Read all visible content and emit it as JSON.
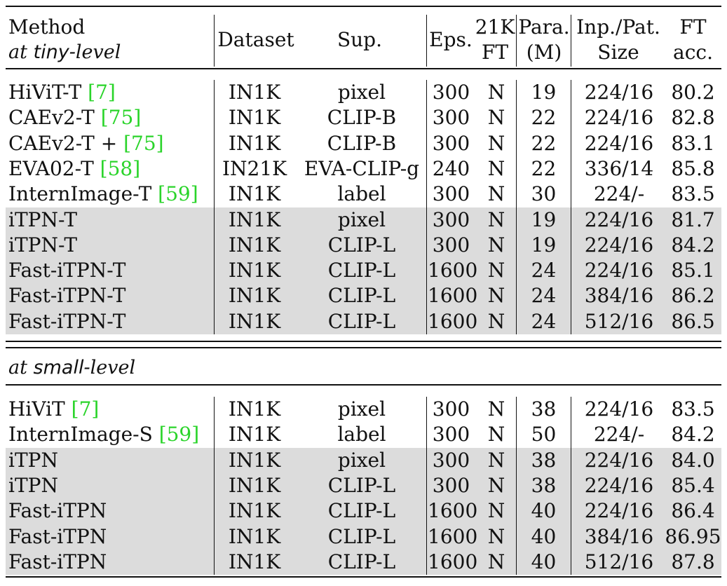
{
  "header": {
    "method": "Method",
    "level_prefix": "at",
    "level_word": "tiny",
    "level_suffix": "-level",
    "dataset": "Dataset",
    "sup": "Sup.",
    "eps": "Eps.",
    "ft21_line1": "21K",
    "ft21_line2": "FT",
    "para_line1": "Para.",
    "para_line2": "(M)",
    "inp_line1": "Inp./Pat.",
    "inp_line2": "Size",
    "acc_line1": "FT",
    "acc_line2": "acc."
  },
  "tiny_rows": [
    {
      "method": "HiViT-T ",
      "cite": "[7]",
      "dataset": "IN1K",
      "sup": "pixel",
      "eps": "300",
      "ft21": "N",
      "para": "19",
      "inp": "224/16",
      "acc": "80.2"
    },
    {
      "method": "CAEv2-T ",
      "cite": "[75]",
      "dataset": "IN1K",
      "sup": "CLIP-B",
      "eps": "300",
      "ft21": "N",
      "para": "22",
      "inp": "224/16",
      "acc": "82.8"
    },
    {
      "method": "CAEv2-T + ",
      "cite": "[75]",
      "dataset": "IN1K",
      "sup": "CLIP-B",
      "eps": "300",
      "ft21": "N",
      "para": "22",
      "inp": "224/16",
      "acc": "83.1"
    },
    {
      "method": "EVA02-T ",
      "cite": "[58]",
      "dataset": "IN21K",
      "sup": "EVA-CLIP-g",
      "eps": "240",
      "ft21": "N",
      "para": "22",
      "inp": "336/14",
      "acc": "85.8"
    },
    {
      "method": "InternImage-T ",
      "cite": "[59]",
      "dataset": "IN1K",
      "sup": "label",
      "eps": "300",
      "ft21": "N",
      "para": "30",
      "inp": "224/-",
      "acc": "83.5"
    },
    {
      "method": "iTPN-T",
      "cite": "",
      "dataset": "IN1K",
      "sup": "pixel",
      "eps": "300",
      "ft21": "N",
      "para": "19",
      "inp": "224/16",
      "acc": "81.7"
    },
    {
      "method": "iTPN-T",
      "cite": "",
      "dataset": "IN1K",
      "sup": "CLIP-L",
      "eps": "300",
      "ft21": "N",
      "para": "19",
      "inp": "224/16",
      "acc": "84.2"
    },
    {
      "method": "Fast-iTPN-T",
      "cite": "",
      "dataset": "IN1K",
      "sup": "CLIP-L",
      "eps": "1600",
      "ft21": "N",
      "para": "24",
      "inp": "224/16",
      "acc": "85.1"
    },
    {
      "method": "Fast-iTPN-T",
      "cite": "",
      "dataset": "IN1K",
      "sup": "CLIP-L",
      "eps": "1600",
      "ft21": "N",
      "para": "24",
      "inp": "384/16",
      "acc": "86.2"
    },
    {
      "method": "Fast-iTPN-T",
      "cite": "",
      "dataset": "IN1K",
      "sup": "CLIP-L",
      "eps": "1600",
      "ft21": "N",
      "para": "24",
      "inp": "512/16",
      "acc": "86.5"
    }
  ],
  "small_section": {
    "level_prefix": "at",
    "level_word": "small",
    "level_suffix": "-level"
  },
  "small_rows": [
    {
      "method": "HiViT ",
      "cite": "[7]",
      "dataset": "IN1K",
      "sup": "pixel",
      "eps": "300",
      "ft21": "N",
      "para": "38",
      "inp": "224/16",
      "acc": "83.5"
    },
    {
      "method": "InternImage-S ",
      "cite": "[59]",
      "dataset": "IN1K",
      "sup": "label",
      "eps": "300",
      "ft21": "N",
      "para": "50",
      "inp": "224/-",
      "acc": "84.2"
    },
    {
      "method": "iTPN",
      "cite": "",
      "dataset": "IN1K",
      "sup": "pixel",
      "eps": "300",
      "ft21": "N",
      "para": "38",
      "inp": "224/16",
      "acc": "84.0"
    },
    {
      "method": "iTPN",
      "cite": "",
      "dataset": "IN1K",
      "sup": "CLIP-L",
      "eps": "300",
      "ft21": "N",
      "para": "38",
      "inp": "224/16",
      "acc": "85.4"
    },
    {
      "method": "Fast-iTPN",
      "cite": "",
      "dataset": "IN1K",
      "sup": "CLIP-L",
      "eps": "1600",
      "ft21": "N",
      "para": "40",
      "inp": "224/16",
      "acc": "86.4"
    },
    {
      "method": "Fast-iTPN",
      "cite": "",
      "dataset": "IN1K",
      "sup": "CLIP-L",
      "eps": "1600",
      "ft21": "N",
      "para": "40",
      "inp": "384/16",
      "acc": "86.95"
    },
    {
      "method": "Fast-iTPN",
      "cite": "",
      "dataset": "IN1K",
      "sup": "CLIP-L",
      "eps": "1600",
      "ft21": "N",
      "para": "40",
      "inp": "512/16",
      "acc": "87.8"
    }
  ],
  "shaded_tiny_from_index": 5,
  "shaded_small_from_index": 2,
  "colors": {
    "shade": "#dcdcdc",
    "citation": "#2ad42a",
    "text": "#111111"
  }
}
